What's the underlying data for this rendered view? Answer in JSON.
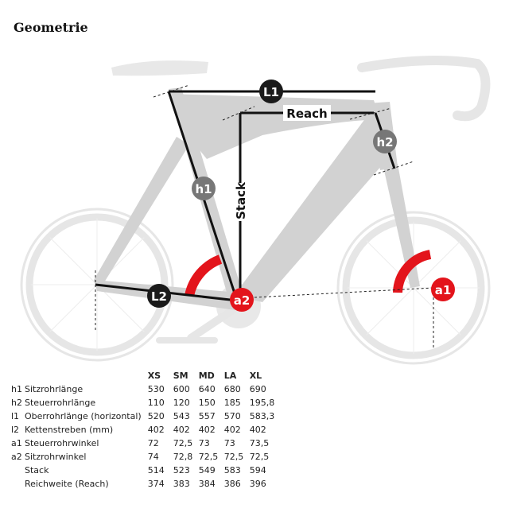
{
  "title": "Geometrie",
  "diagram": {
    "labels": {
      "L1": "L1",
      "L2": "L2",
      "h1": "h1",
      "h2": "h2",
      "a1": "a1",
      "a2": "a2",
      "reach": "Reach",
      "stack": "Stack"
    },
    "colors": {
      "marker_dark": "#1a1a1a",
      "marker_gray": "#777777",
      "marker_red": "#e3141b",
      "bike": "#e3e3e3",
      "frame": "#cfcfcf"
    }
  },
  "table": {
    "sizes": [
      "XS",
      "SM",
      "MD",
      "LA",
      "XL"
    ],
    "rows": [
      {
        "code": "h1",
        "label": "Sitzrohrlänge",
        "values": [
          "530",
          "600",
          "640",
          "680",
          "690"
        ]
      },
      {
        "code": "h2",
        "label": "Steuerrohrlänge",
        "values": [
          "110",
          "120",
          "150",
          "185",
          "195,8"
        ]
      },
      {
        "code": "l1",
        "label": "Oberrohrlänge (horizontal)",
        "values": [
          "520",
          "543",
          "557",
          "570",
          "583,3"
        ]
      },
      {
        "code": "l2",
        "label": "Kettenstreben (mm)",
        "values": [
          "402",
          "402",
          "402",
          "402",
          "402"
        ]
      },
      {
        "code": "a1",
        "label": "Steuerrohrwinkel",
        "values": [
          "72",
          "72,5",
          "73",
          "73",
          "73,5"
        ]
      },
      {
        "code": "a2",
        "label": "Sitzrohrwinkel",
        "values": [
          "74",
          "72,8",
          "72,5",
          "72,5",
          "72,5"
        ]
      },
      {
        "code": "",
        "label": "Stack",
        "values": [
          "514",
          "523",
          "549",
          "583",
          "594"
        ]
      },
      {
        "code": "",
        "label": "Reichweite (Reach)",
        "values": [
          "374",
          "383",
          "384",
          "386",
          "396"
        ]
      }
    ]
  }
}
